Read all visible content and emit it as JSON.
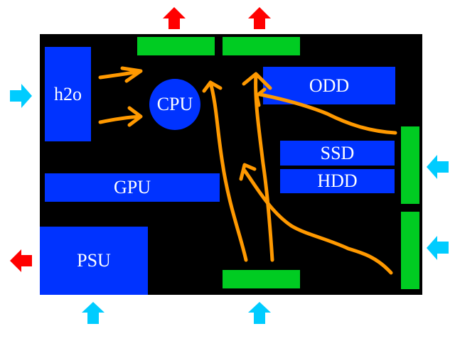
{
  "diagram": {
    "title": "PC case airflow",
    "components": {
      "h2o": "h2o",
      "cpu": "CPU",
      "odd": "ODD",
      "ssd": "SSD",
      "hdd": "HDD",
      "gpu": "GPU",
      "psu": "PSU"
    },
    "colors": {
      "case": "#000000",
      "component": "#0033ff",
      "fan": "#00cc22",
      "intake_arrow": "#00ccff",
      "exhaust_arrow": "#ff0000",
      "airflow": "#ff9900"
    },
    "arrows": {
      "intake": [
        "left-h2o",
        "right-upper",
        "right-lower",
        "bottom-psu",
        "bottom-fan"
      ],
      "exhaust": [
        "top-left",
        "top-right",
        "left-psu"
      ]
    }
  }
}
